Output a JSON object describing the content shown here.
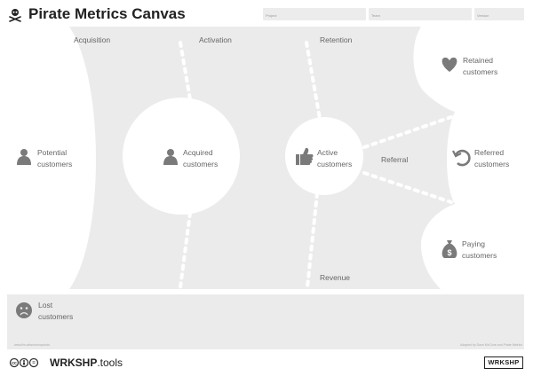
{
  "header": {
    "title": "Pirate Metrics Canvas",
    "fields": [
      {
        "label": "Project"
      },
      {
        "label": "Team"
      },
      {
        "label": "Version"
      }
    ]
  },
  "stages": {
    "acquisition": "Acquisition",
    "activation": "Activation",
    "retention": "Retention",
    "referral": "Referral",
    "revenue": "Revenue"
  },
  "nodes": {
    "potential": "Potential\ncustomers",
    "acquired": "Acquired\ncustomers",
    "active": "Active\ncustomers",
    "retained": "Retained\ncustomers",
    "referred": "Referred\ncustomers",
    "paying": "Paying\ncustomers",
    "lost": "Lost\ncustomers"
  },
  "icons": {
    "skull": "skull-crossbones-icon",
    "person": "person-icon",
    "thumbs_up": "thumbs-up-icon",
    "heart": "heart-icon",
    "refresh": "refresh-icon",
    "money_bag": "money-bag-icon",
    "sad_face": "sad-face-icon",
    "license": "creative-commons-icons"
  },
  "footer": {
    "note_left": "www.fhv.at/workshoptools",
    "note_right": "Adapted by Dave McClure and Pirate Metrics",
    "brand_bold": "WRKSHP",
    "brand_light": ".tools",
    "badge": "WRKSHP"
  },
  "colors": {
    "panel": "#ebebeb",
    "background": "#ffffff",
    "icon": "#7a7a7a",
    "title": "#222222"
  }
}
